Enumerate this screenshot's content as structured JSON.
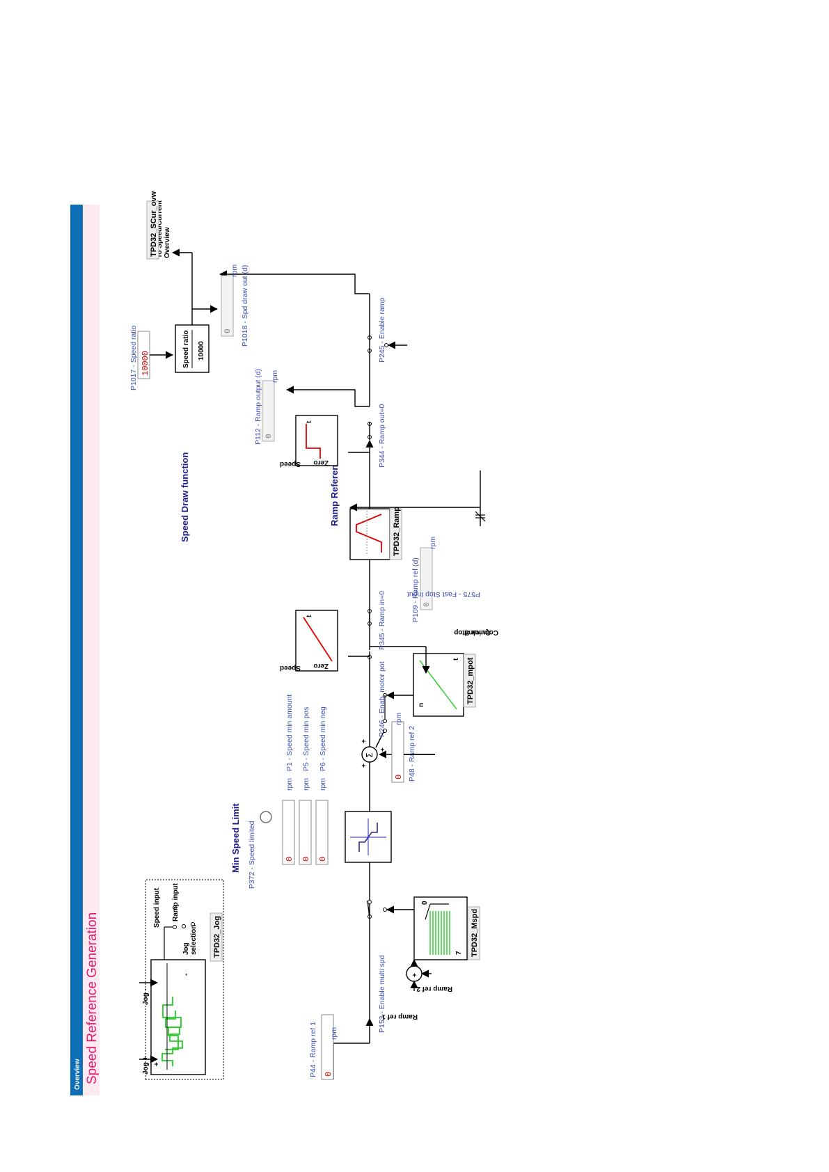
{
  "header": {
    "nav_label": "Overview",
    "page_title": "Speed Reference Generation",
    "bar_color": "#0f6fb6",
    "title_color": "#e0196e",
    "title_band_color": "#fdeaf1"
  },
  "jog_block": {
    "tag": "TPD32_Jog",
    "jog_plus": "Jog +",
    "jog_minus": "Jog -",
    "speed_input": "Speed input",
    "ramp_input": "Ramp input",
    "jog_selection_1": "Jog",
    "jog_selection_2": "selection",
    "plus": "+",
    "minus": "-"
  },
  "ramp_ref1": {
    "label": "P44 - Ramp ref 1",
    "value": "0",
    "unit": "rpm"
  },
  "multi_speed": {
    "enable_label": "P153 - Enable multi spd",
    "tag": "TPD32_Mspd",
    "num_0": "0",
    "num_7": "7",
    "ramp_ref1_label": "Ramp ref 1",
    "ramp_ref2_label": "Ramp ref 2",
    "plus": "+"
  },
  "min_speed": {
    "title": "Min Speed Limit",
    "limited_label": "P372 - Speed limited",
    "rows": [
      {
        "value": "0",
        "unit": "rpm",
        "label": "P1 - Speed min amount"
      },
      {
        "value": "0",
        "unit": "rpm",
        "label": "P5 - Speed min pos"
      },
      {
        "value": "0",
        "unit": "rpm",
        "label": "P6 - Speed min neg"
      }
    ]
  },
  "summer": {
    "symbol": "Σ",
    "plus1": "+",
    "plus2": "+",
    "plus3": "+"
  },
  "ramp_ref2": {
    "label": "P48 - Ramp ref 2",
    "value": "0",
    "unit": "rpm"
  },
  "motor_pot": {
    "enable_label": "P246 - Enab. motor pot",
    "tag": "TPD32_mpot",
    "axis_n": "n",
    "axis_t": "t"
  },
  "ramp_in_zero": {
    "label": "P345 - Ramp in=0",
    "zero": "Zero",
    "graph_y": "Speed",
    "graph_x": "t"
  },
  "ramp_ref_display": {
    "label": "P109 - Ramp ref (d)",
    "value": "0",
    "unit": "rpm"
  },
  "ramp_reference": {
    "title": "Ramp Reference",
    "tag": "TPD32_Ramp"
  },
  "quick_stop": {
    "line1": "Quick Stop",
    "line2": "Command",
    "fast_stop_label": "P575 - Fast Stop Input"
  },
  "ramp_out_zero": {
    "label": "P344 - Ramp out=0",
    "zero": "Zero",
    "graph_y": "Speed",
    "graph_x": "t"
  },
  "ramp_output": {
    "label": "P112 - Ramp output (d)",
    "value": "0",
    "unit": "rpm"
  },
  "speed_draw": {
    "title": "Speed Draw function",
    "enable_ramp_label": "P245 - Enable ramp",
    "ratio_label": "P1017 - Speed ratio",
    "ratio_value": "10000",
    "block_label": "Speed ratio",
    "block_value": "10000",
    "draw_out_label": "P1018 - Spd draw out (d)",
    "draw_out_value": "0",
    "draw_out_unit": "rpm",
    "to_overview_1": "To Speed/Current",
    "to_overview_2": "Overview",
    "to_overview_tag": "TPD32_SCur_ovw"
  }
}
